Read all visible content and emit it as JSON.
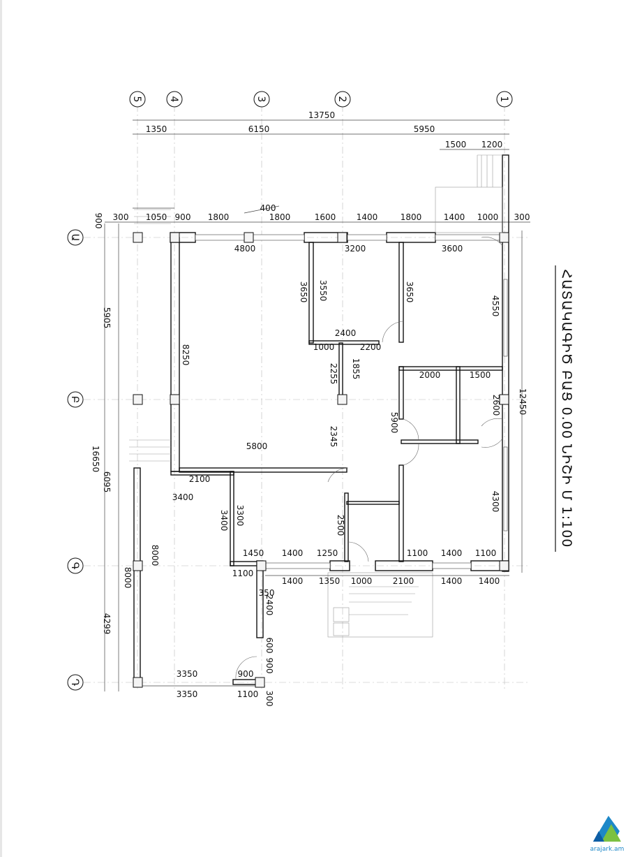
{
  "title": "ՀԱՏԱԿԱԳԻԾ ԲԱՑ 0.00 ՆԻՇԻ Մ 1:100",
  "logo_text": "arajark.am",
  "axes_numbers": [
    "5",
    "4",
    "3",
    "2",
    "1"
  ],
  "axes_letters": [
    "Ա",
    "Բ",
    "Գ",
    "Դ"
  ],
  "top_dims": {
    "overall": "13750",
    "row2": [
      "1350",
      "6150",
      "5950"
    ],
    "row3": [
      "1500",
      "1200"
    ],
    "row4": [
      "300",
      "1050",
      "900",
      "1800",
      "400",
      "1800",
      "1600",
      "1400",
      "1800",
      "1400",
      "1000",
      "300"
    ],
    "left_900": "900"
  },
  "left_dims": [
    "5905",
    "16650",
    "6095",
    "8000",
    "8000",
    "4299"
  ],
  "right_dims": [
    "12450"
  ],
  "interior_dims": [
    "4800",
    "3200",
    "3600",
    "3650",
    "3550",
    "3650",
    "4550",
    "8250",
    "2400",
    "1000",
    "2200",
    "2255",
    "1855",
    "2000",
    "1500",
    "2600",
    "5900",
    "2345",
    "5800",
    "2100",
    "3400",
    "3400",
    "3300",
    "2500",
    "4300",
    "1450",
    "1400",
    "1250",
    "1100",
    "1400",
    "1100",
    "1100",
    "350",
    "2400",
    "600",
    "900",
    "3350",
    "900"
  ],
  "bottom_dims": [
    "1400",
    "1350",
    "1000",
    "2100",
    "1400",
    "1400"
  ],
  "bottom_row2": [
    "3350",
    "1100",
    "300"
  ]
}
